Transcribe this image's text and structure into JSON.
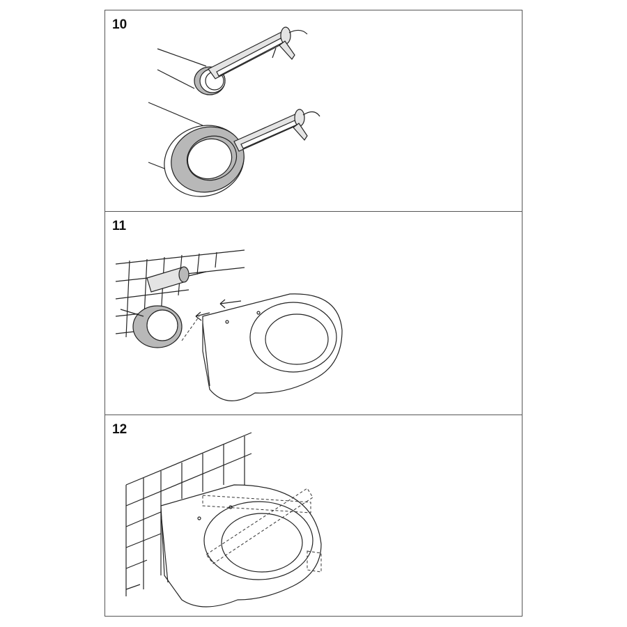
{
  "steps": [
    {
      "number": "10"
    },
    {
      "number": "11"
    },
    {
      "number": "12"
    }
  ]
}
